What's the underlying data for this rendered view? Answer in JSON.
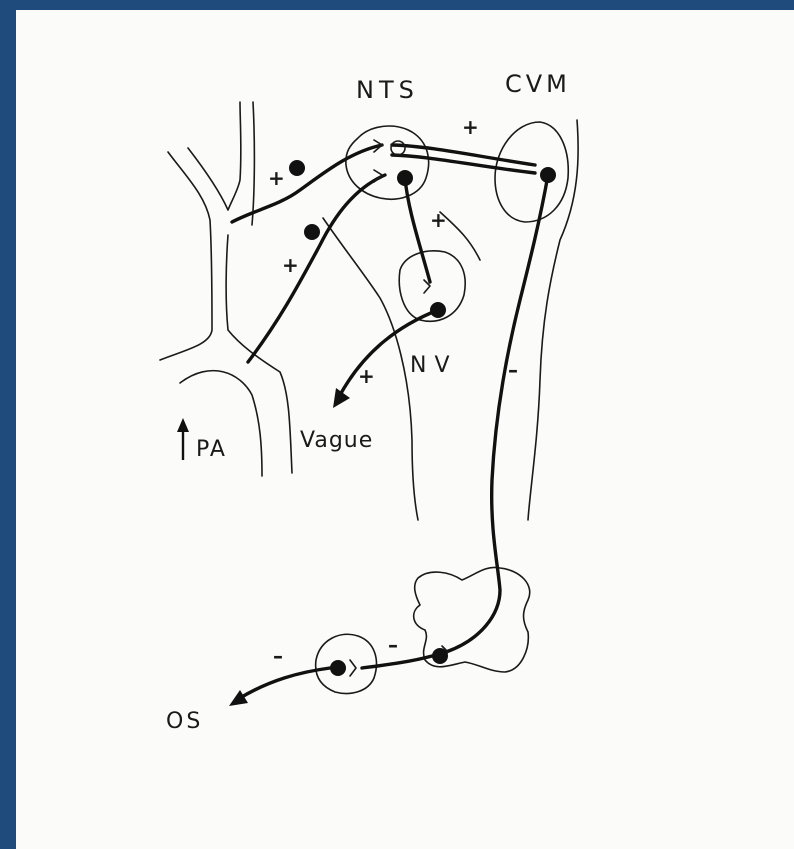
{
  "diagram": {
    "labels": {
      "nts": "NTS",
      "cvm": "CVM",
      "nv": "NV",
      "pa": "PA",
      "vague": "Vague",
      "os": "OS"
    },
    "signs": {
      "nts_cvm": "+",
      "upper_left": "+",
      "lower_left": "+",
      "nts_nv": "+",
      "nv_vague": "+",
      "cvm_descending": "–",
      "ganglion_link": "–",
      "os_output": "–"
    },
    "arrow_up_glyph": "up-arrow-icon"
  },
  "colors": {
    "border": "#1f4a7c",
    "paper": "#fbfbf9",
    "ink": "#111111"
  }
}
